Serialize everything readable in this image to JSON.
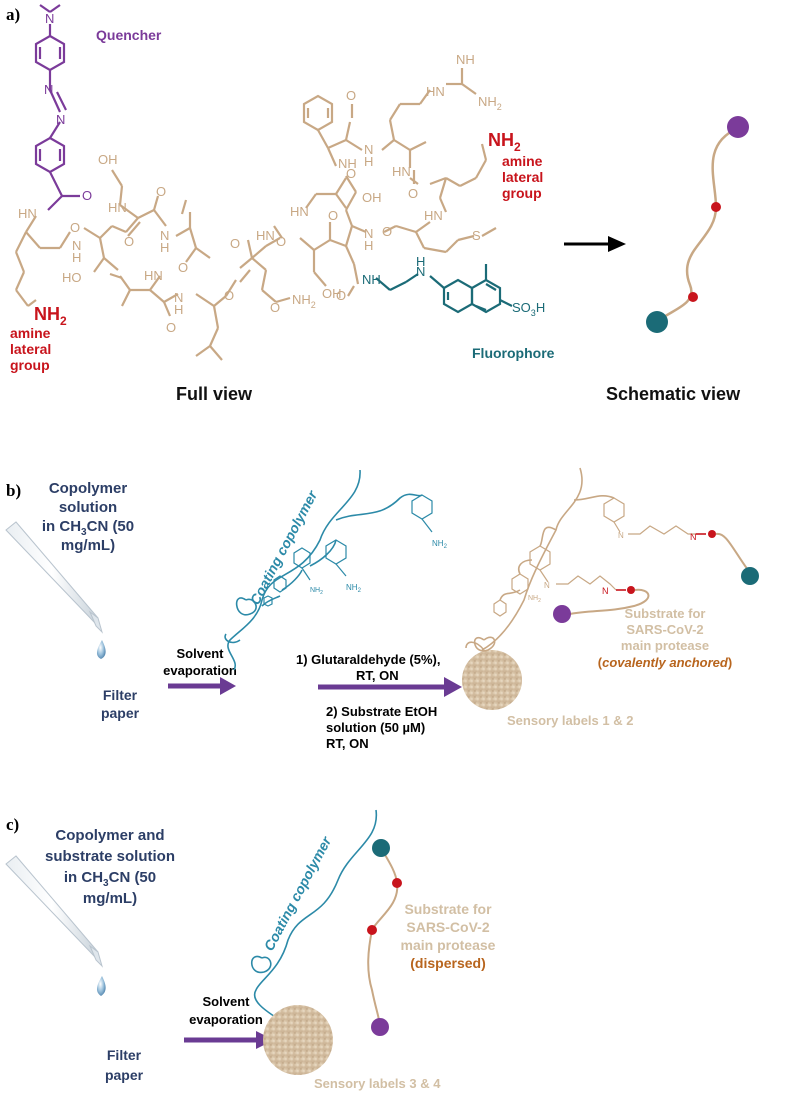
{
  "colors": {
    "peptide": "#c8a885",
    "quencher": "#7b3b9a",
    "fluorophore": "#1b6b77",
    "amine": "#c8141c",
    "copolymer": "#2c8aa8",
    "navy": "#2c3e66",
    "arrow_purple": "#6a3b93",
    "anchored": "#b8651e",
    "paper": "#d9c4a6"
  },
  "panel_a": {
    "label": "a)",
    "quencher_label": "Quencher",
    "fluorophore_label": "Fluorophore",
    "amine_left": {
      "formula": "NH",
      "sub": "2",
      "line1": "amine",
      "line2": "lateral",
      "line3": "group"
    },
    "amine_right": {
      "formula": "NH",
      "sub": "2",
      "line1": "amine",
      "line2": "lateral",
      "line3": "group"
    },
    "full_view_label": "Full view",
    "schematic_view_label": "Schematic view",
    "chem": {
      "n": "N",
      "hn": "HN",
      "nh": "NH",
      "h": "H",
      "o": "O",
      "oh": "OH",
      "ho": "HO",
      "nh2": "NH",
      "nh2_sub": "2",
      "s": "S",
      "so3h": "SO",
      "so3h_sub": "3",
      "so3h_end": "H"
    }
  },
  "panel_b": {
    "label": "b)",
    "solution_line1": "Copolymer",
    "solution_line2": "solution",
    "solution_line3": "in CH",
    "solution_line3_sub": "3",
    "solution_line3_end": "CN (50",
    "solution_line4": "mg/mL)",
    "filter_line1": "Filter",
    "filter_line2": "paper",
    "solvent_line1": "Solvent",
    "solvent_line2": "evaporation",
    "coating_label": "Coating copolymer",
    "step1_line1": "1)   Glutaraldehyde (5%),",
    "step1_line2": "RT, ON",
    "step2_line1": "2) Substrate EtOH",
    "step2_line2": "solution (50 µM)",
    "step2_line3": "RT, ON",
    "sensory_label": "Sensory labels 1 & 2",
    "substrate_line1": "Substrate for",
    "substrate_line2": "SARS-CoV-2",
    "substrate_line3": "main protease",
    "substrate_line4_open": "(",
    "substrate_line4_italic": "covalently anchored",
    "substrate_line4_close": ")",
    "nh2": "NH",
    "nh2_sub": "2",
    "n": "N"
  },
  "panel_c": {
    "label": "c)",
    "solution_line1": "Copolymer and",
    "solution_line2": "substrate solution",
    "solution_line3": "in CH",
    "solution_line3_sub": "3",
    "solution_line3_end": "CN (50",
    "solution_line4": "mg/mL)",
    "filter_line1": "Filter",
    "filter_line2": "paper",
    "solvent_line1": "Solvent",
    "solvent_line2": "evaporation",
    "coating_label": "Coating copolymer",
    "sensory_label": "Sensory labels 3 & 4",
    "substrate_line1": "Substrate for",
    "substrate_line2": "SARS-CoV-2",
    "substrate_line3": "main protease",
    "substrate_line4": "(dispersed)"
  }
}
